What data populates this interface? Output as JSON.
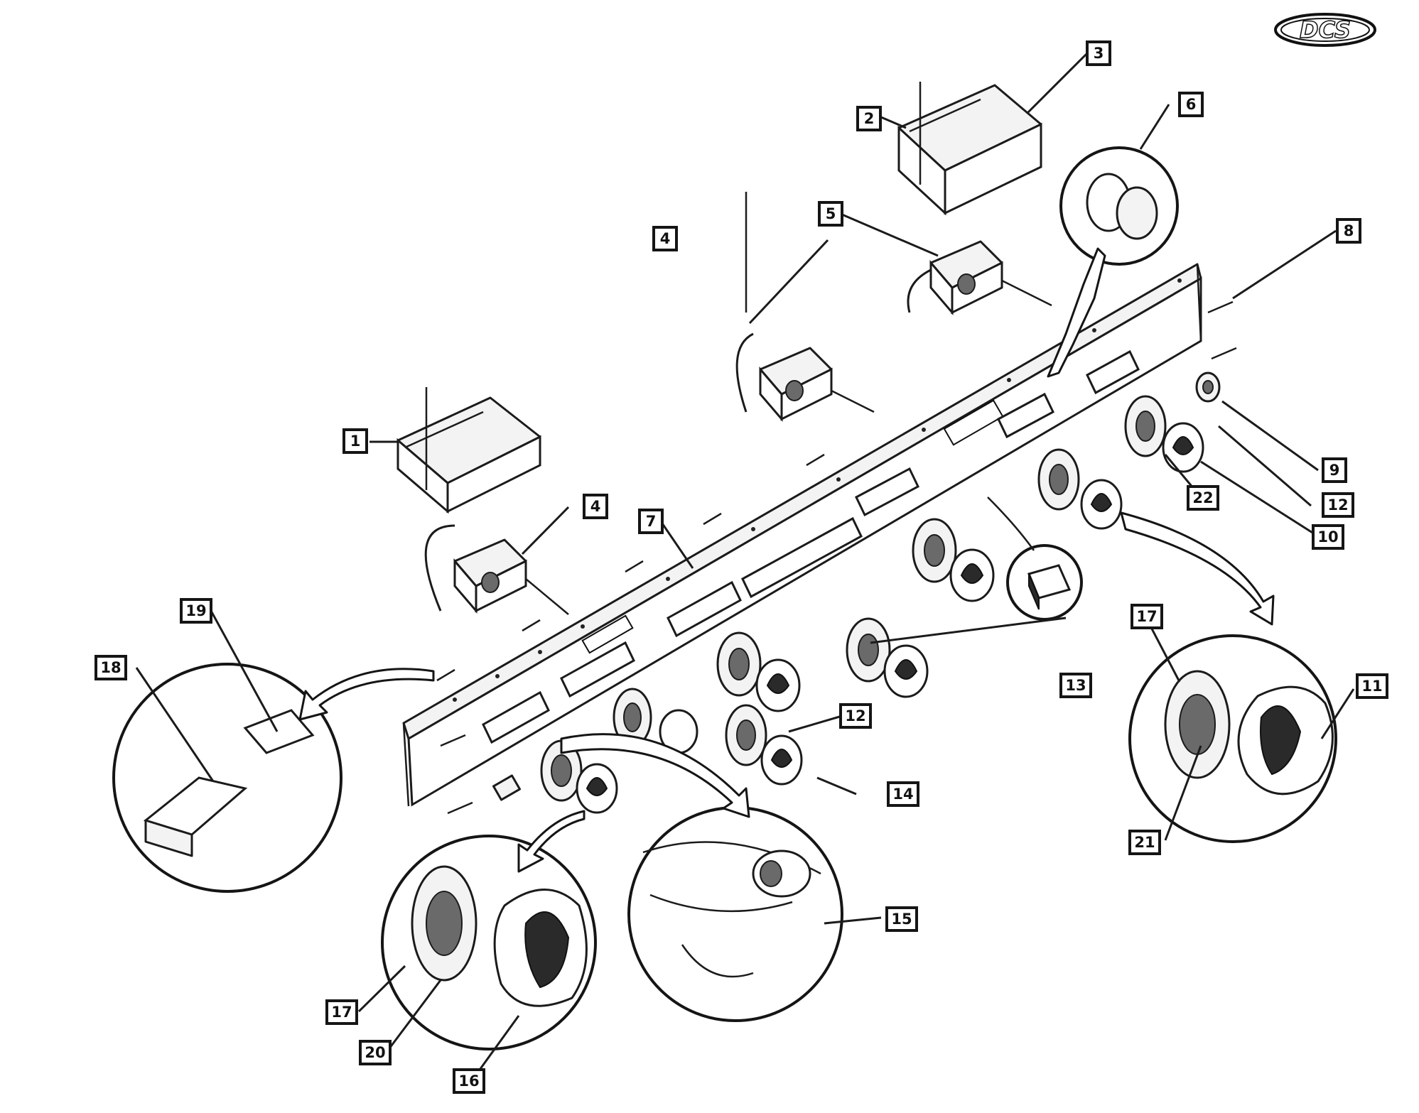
{
  "logo": {
    "text": "DCS"
  },
  "callouts": [
    {
      "id": "c1",
      "label": "1"
    },
    {
      "id": "c2",
      "label": "2"
    },
    {
      "id": "c3",
      "label": "3"
    },
    {
      "id": "c4a",
      "label": "4"
    },
    {
      "id": "c4b",
      "label": "4"
    },
    {
      "id": "c5",
      "label": "5"
    },
    {
      "id": "c6",
      "label": "6"
    },
    {
      "id": "c7",
      "label": "7"
    },
    {
      "id": "c8",
      "label": "8"
    },
    {
      "id": "c9",
      "label": "9"
    },
    {
      "id": "c10",
      "label": "10"
    },
    {
      "id": "c11",
      "label": "11"
    },
    {
      "id": "c12a",
      "label": "12"
    },
    {
      "id": "c12b",
      "label": "12"
    },
    {
      "id": "c13",
      "label": "13"
    },
    {
      "id": "c14",
      "label": "14"
    },
    {
      "id": "c15",
      "label": "15"
    },
    {
      "id": "c16",
      "label": "16"
    },
    {
      "id": "c17a",
      "label": "17"
    },
    {
      "id": "c17b",
      "label": "17"
    },
    {
      "id": "c18",
      "label": "18"
    },
    {
      "id": "c19",
      "label": "19"
    },
    {
      "id": "c20",
      "label": "20"
    },
    {
      "id": "c21",
      "label": "21"
    },
    {
      "id": "c22",
      "label": "22"
    }
  ]
}
